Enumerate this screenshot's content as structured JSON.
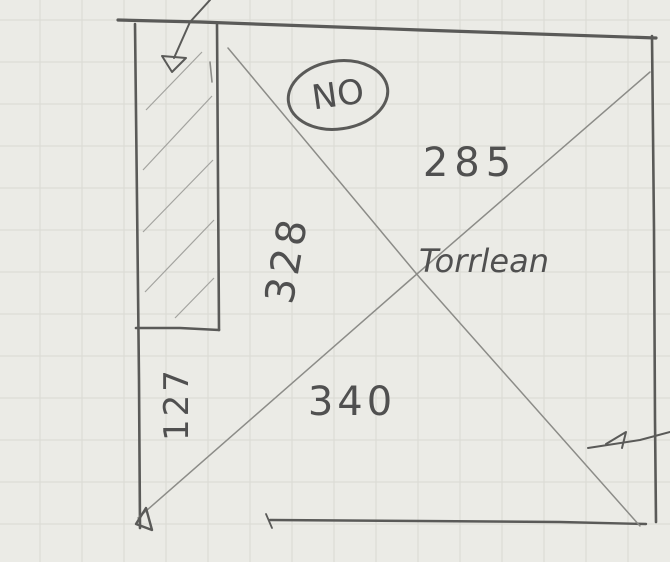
{
  "labels": {
    "no": "NO",
    "top_right_area": "285",
    "vertical_measure": "328",
    "center_word": "Torrlean",
    "bottom_area": "340",
    "strip_measure": "127"
  },
  "colors": {
    "paper": "#ebebe6",
    "grid": "#d9d9d3",
    "pencil": "#5a5a58"
  }
}
